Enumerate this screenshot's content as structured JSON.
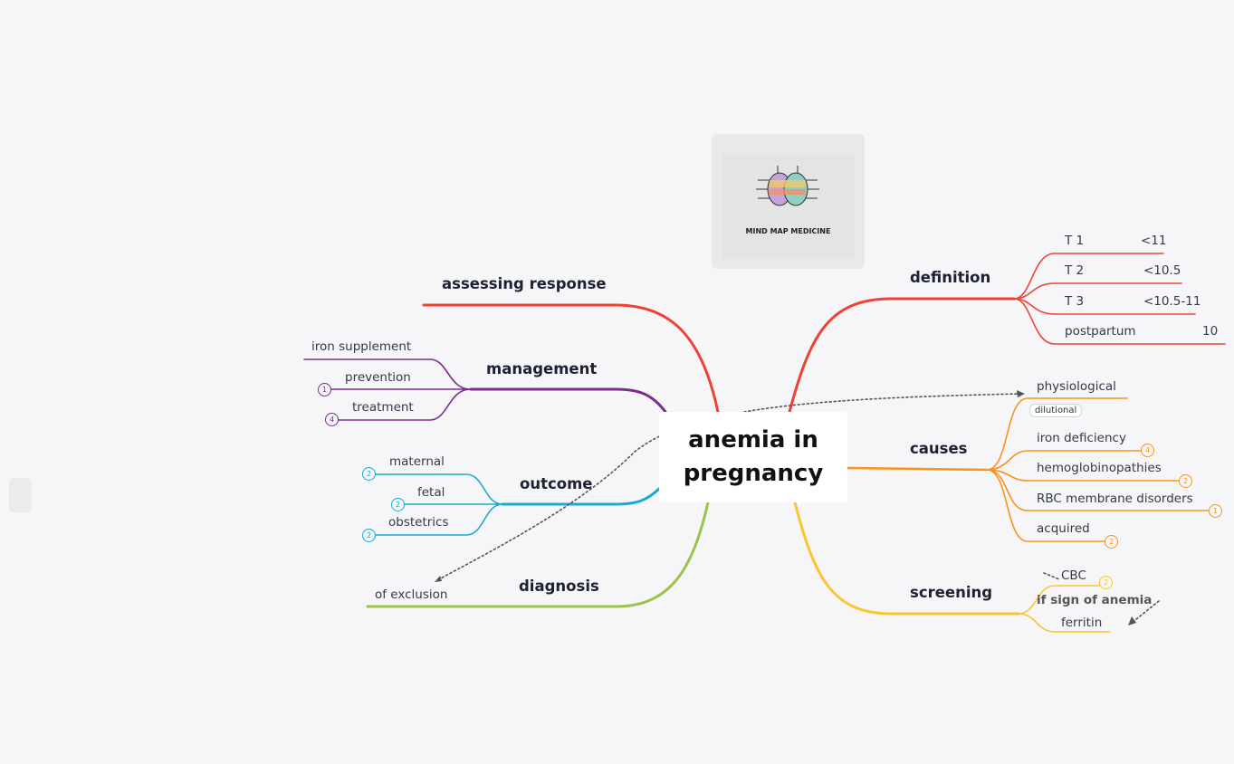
{
  "center": {
    "title": "anemia in pregnancy"
  },
  "logo": {
    "text": "MIND MAP MEDICINE"
  },
  "colors": {
    "definition": "#ef4136",
    "causes": "#f7941d",
    "screening": "#fbc531",
    "assessing": "#ef4136",
    "management": "#7b2d8e",
    "outcome": "#19a9d5",
    "diagnosis": "#9dc34a"
  },
  "branches": {
    "definition": {
      "label": "definition",
      "children": [
        {
          "label": "T 1",
          "value": "<11"
        },
        {
          "label": "T 2",
          "value": "<10.5"
        },
        {
          "label": "T 3",
          "value": "<10.5-11"
        },
        {
          "label": "postpartum",
          "value": "10"
        }
      ]
    },
    "causes": {
      "label": "causes",
      "tag": "dilutional",
      "children": [
        {
          "label": "physiological"
        },
        {
          "label": "iron deficiency",
          "badge": "4"
        },
        {
          "label": "hemoglobinopathies",
          "badge": "2"
        },
        {
          "label": "RBC membrane disorders",
          "badge": "1"
        },
        {
          "label": "acquired",
          "badge": "2"
        }
      ]
    },
    "screening": {
      "label": "screening",
      "note": "if sign of anemia",
      "children": [
        {
          "label": "CBC",
          "badge": "2"
        },
        {
          "label": "ferritin"
        }
      ]
    },
    "assessing": {
      "label": "assessing response"
    },
    "management": {
      "label": "management",
      "children": [
        {
          "label": "iron supplement"
        },
        {
          "label": "prevention",
          "badge": "1"
        },
        {
          "label": "treatment",
          "badge": "4"
        }
      ]
    },
    "outcome": {
      "label": "outcome",
      "children": [
        {
          "label": "maternal",
          "badge": "2"
        },
        {
          "label": "fetal",
          "badge": "2"
        },
        {
          "label": "obstetrics",
          "badge": "2"
        }
      ]
    },
    "diagnosis": {
      "label": "diagnosis",
      "children": [
        {
          "label": "of exclusion"
        }
      ]
    }
  }
}
